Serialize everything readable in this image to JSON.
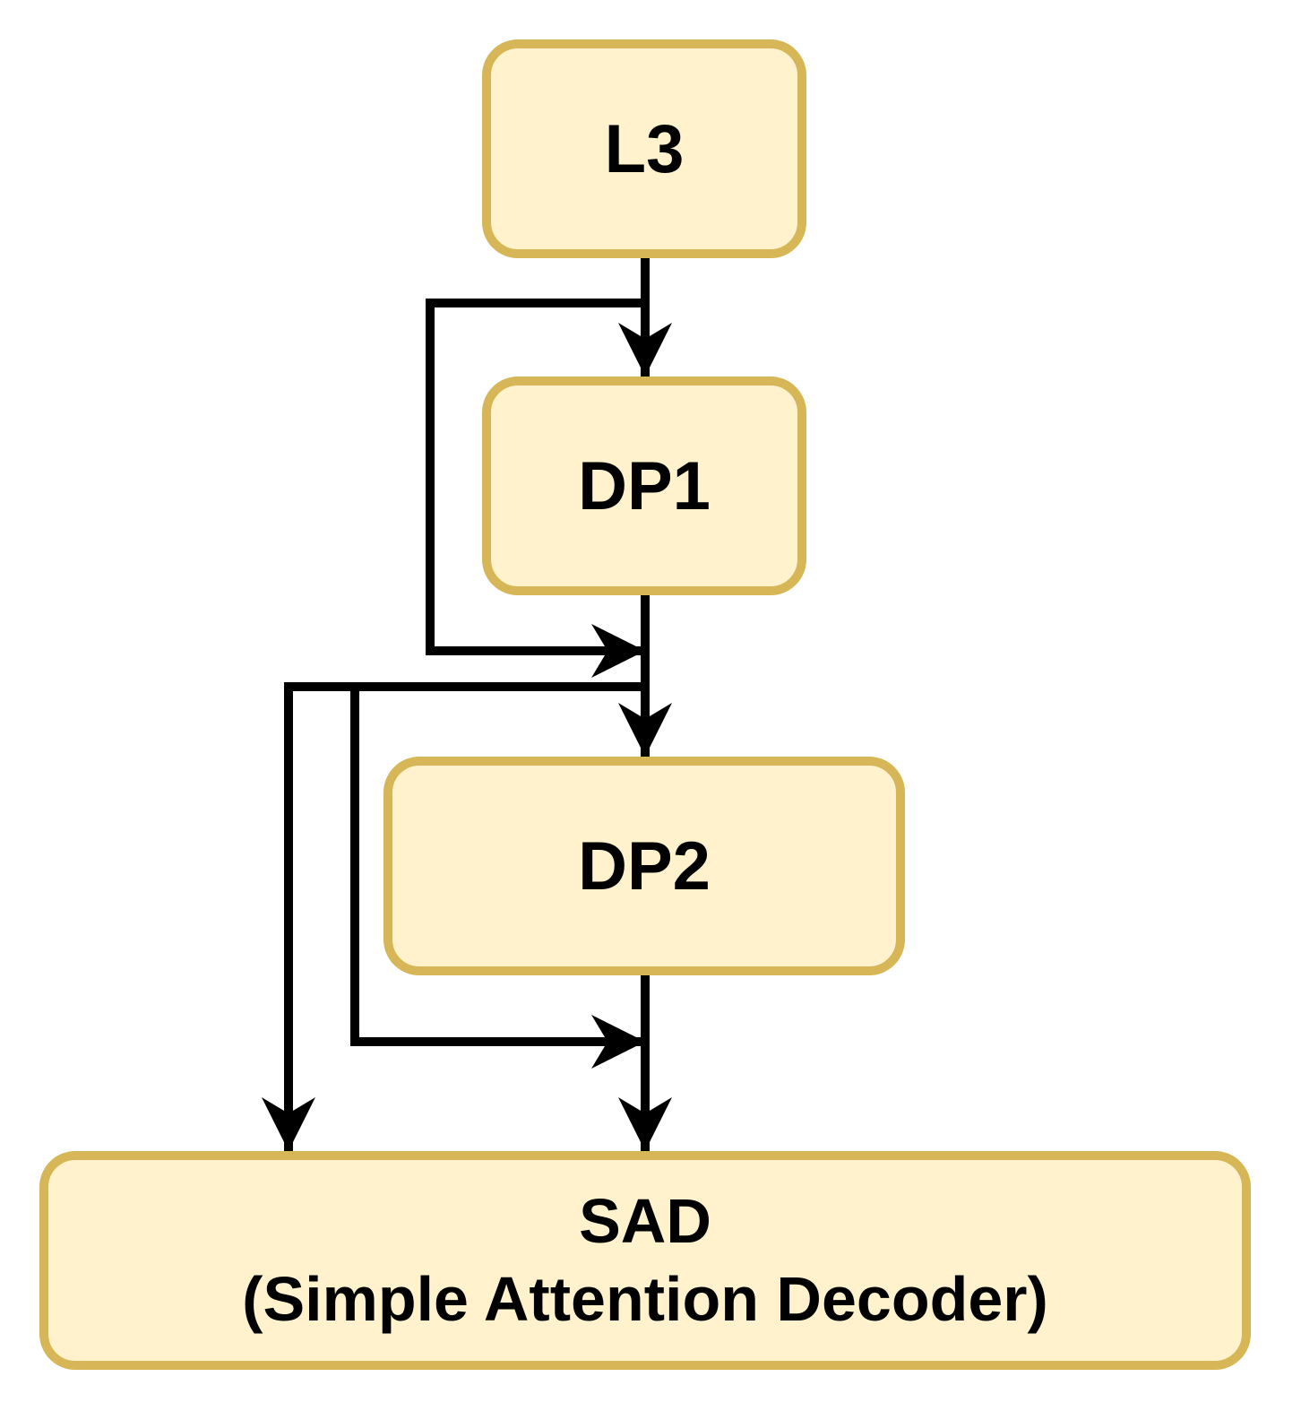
{
  "colors": {
    "node_fill": "#fff2cc",
    "node_border": "#d6b656",
    "edge": "#000000",
    "text": "#000000"
  },
  "nodes": {
    "l3": {
      "label": "L3"
    },
    "dp1": {
      "label": "DP1"
    },
    "dp2": {
      "label": "DP2"
    },
    "sad": {
      "label_line1": "SAD",
      "label_line2": "(Simple Attention Decoder)"
    }
  },
  "edges": [
    {
      "from": "L3",
      "to": "DP1"
    },
    {
      "from": "L3",
      "to": "DP1 output (skip)"
    },
    {
      "from": "DP1",
      "to": "DP2"
    },
    {
      "from": "DP1",
      "to": "DP2 output (skip)"
    },
    {
      "from": "DP1",
      "to": "SAD"
    },
    {
      "from": "DP2",
      "to": "SAD"
    }
  ]
}
